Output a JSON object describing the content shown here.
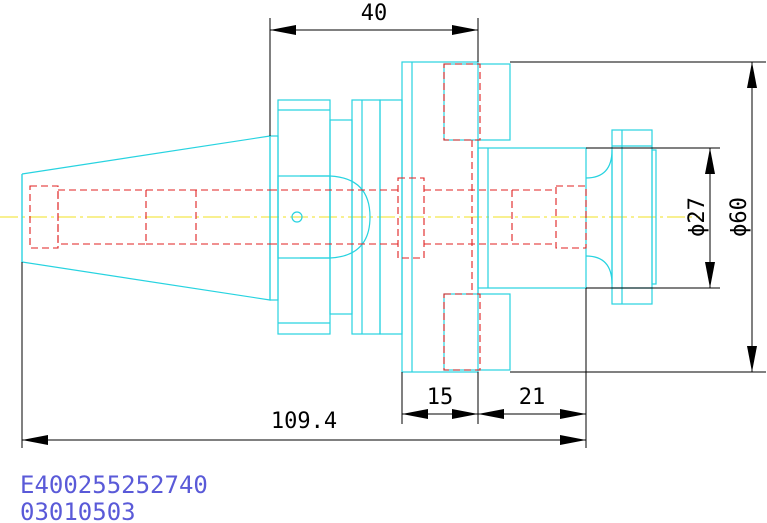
{
  "dimensions": {
    "length_40": "40",
    "diameter_27": "ϕ27",
    "diameter_60": "ϕ60",
    "length_15": "15",
    "length_21": "21",
    "length_total": "109.4"
  },
  "part_info": {
    "part_number": "E400255252740",
    "code": "03010503"
  },
  "colors": {
    "outline": "#27d3e0",
    "hidden": "#e02020",
    "centerline": "#f0e020",
    "dimension": "#000000",
    "label": "#5a5ad8"
  }
}
